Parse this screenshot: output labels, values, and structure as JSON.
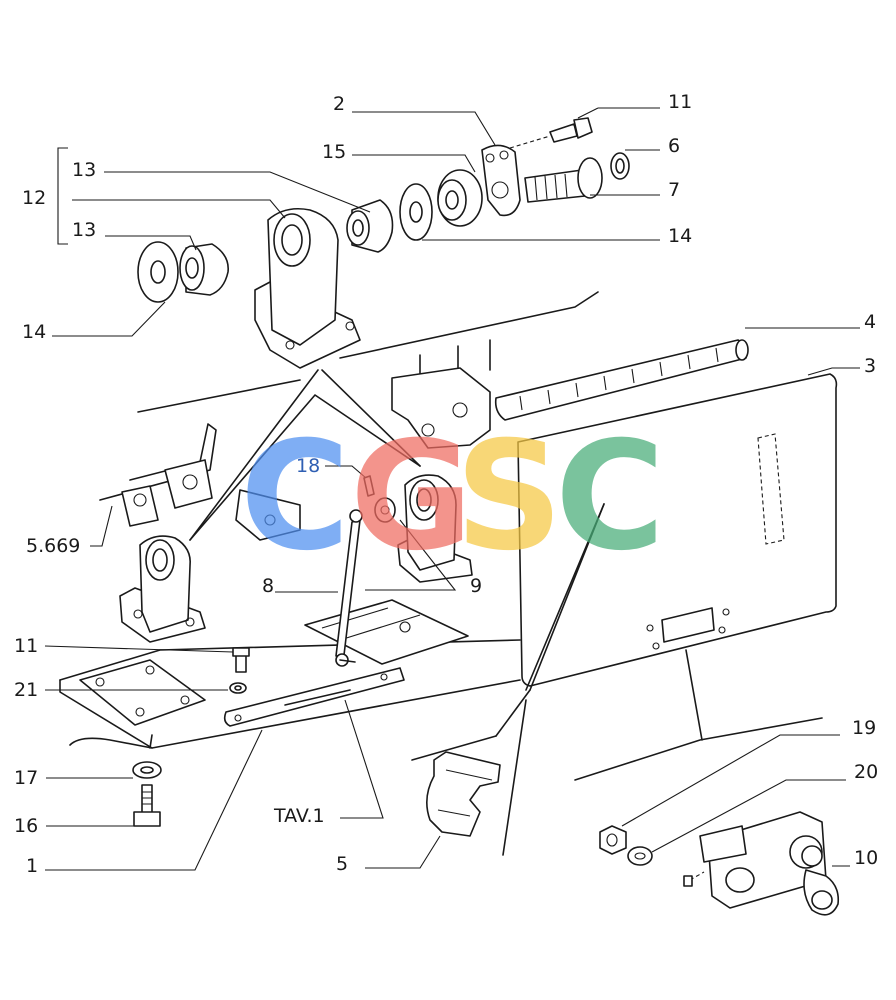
{
  "labels": {
    "l1": "1",
    "l2": "2",
    "l3": "3",
    "l4": "4",
    "l5": "5",
    "l5669": "5.669",
    "l6": "6",
    "l7": "7",
    "l8": "8",
    "l9": "9",
    "l10": "10",
    "l11a": "11",
    "l11b": "11",
    "l12": "12",
    "l13a": "13",
    "l13b": "13",
    "l14a": "14",
    "l14b": "14",
    "l15": "15",
    "l16": "16",
    "l17": "17",
    "l18": "18",
    "l19": "19",
    "l20": "20",
    "l21": "21",
    "tav": "TAV.1"
  },
  "watermark": {
    "letters": [
      "C",
      "G",
      "S",
      "C"
    ],
    "colors": [
      "#4f8ff0",
      "#ef6b61",
      "#f6c844",
      "#47ad78"
    ]
  },
  "colors": {
    "line": "#1a1a1a",
    "highlight_label": "#2f5fb3"
  }
}
